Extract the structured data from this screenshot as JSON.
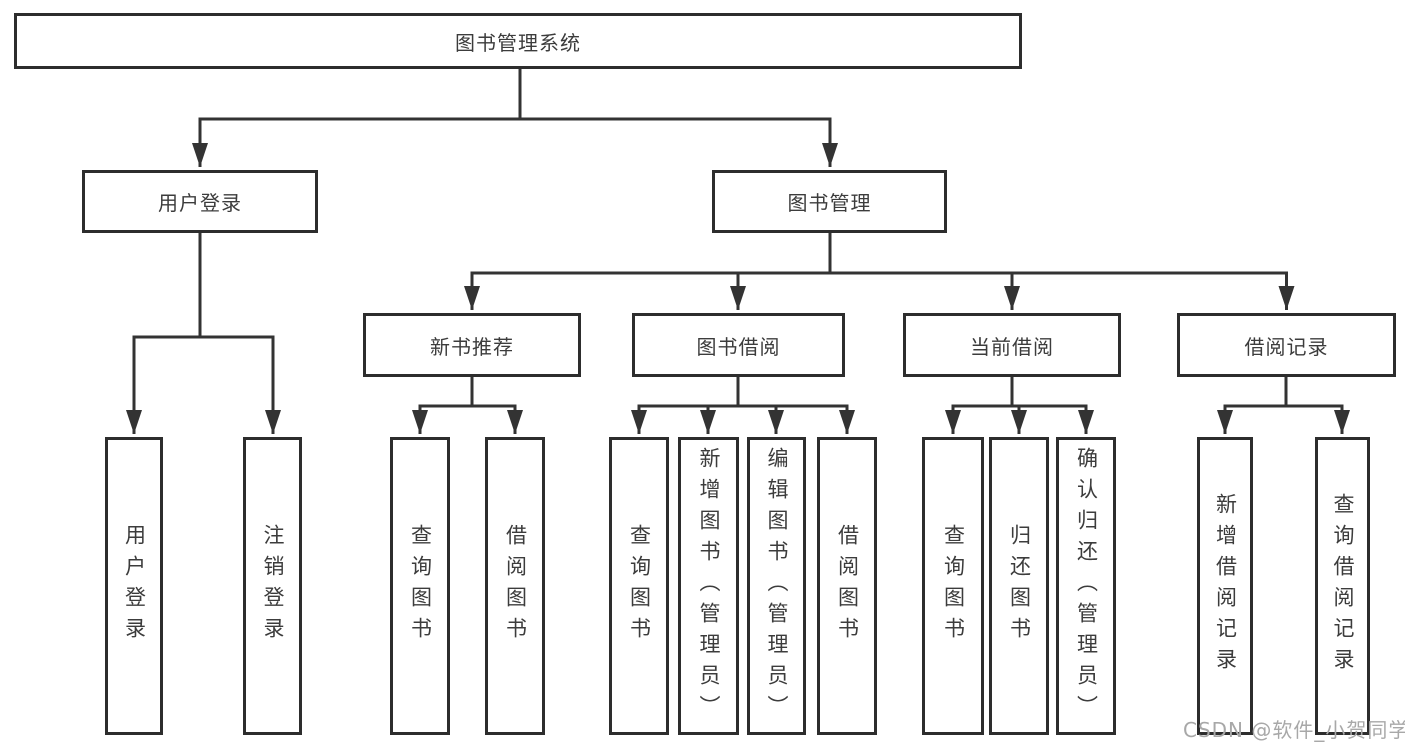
{
  "diagram": {
    "type": "tree-diagram",
    "root": {
      "label": "图书管理系统"
    },
    "level2": [
      {
        "label": "用户登录",
        "parent": "图书管理系统"
      },
      {
        "label": "图书管理",
        "parent": "图书管理系统"
      }
    ],
    "level3": [
      {
        "label": "新书推荐",
        "parent": "图书管理"
      },
      {
        "label": "图书借阅",
        "parent": "图书管理"
      },
      {
        "label": "当前借阅",
        "parent": "图书管理"
      },
      {
        "label": "借阅记录",
        "parent": "图书管理"
      }
    ],
    "leaves": [
      {
        "label": "用户登录",
        "parent": "用户登录"
      },
      {
        "label": "注销登录",
        "parent": "用户登录"
      },
      {
        "label": "查询图书",
        "parent": "新书推荐"
      },
      {
        "label": "借阅图书",
        "parent": "新书推荐"
      },
      {
        "label": "查询图书",
        "parent": "图书借阅"
      },
      {
        "label": "新增图书（管理员）",
        "parent": "图书借阅"
      },
      {
        "label": "编辑图书（管理员）",
        "parent": "图书借阅"
      },
      {
        "label": "借阅图书",
        "parent": "图书借阅"
      },
      {
        "label": "查询图书",
        "parent": "当前借阅"
      },
      {
        "label": "归还图书",
        "parent": "当前借阅"
      },
      {
        "label": "确认归还（管理员）",
        "parent": "当前借阅"
      },
      {
        "label": "新增借阅记录",
        "parent": "借阅记录"
      },
      {
        "label": "查询借阅记录",
        "parent": "借阅记录"
      }
    ],
    "colors": {
      "line": "#333333",
      "box_border": "#2d2d2d",
      "box_fill": "#ffffff",
      "text": "#3c3c3c",
      "watermark": "#a8a8a8",
      "background": "#ffffff"
    },
    "watermark": "CSDN @软件_小贺同学"
  }
}
